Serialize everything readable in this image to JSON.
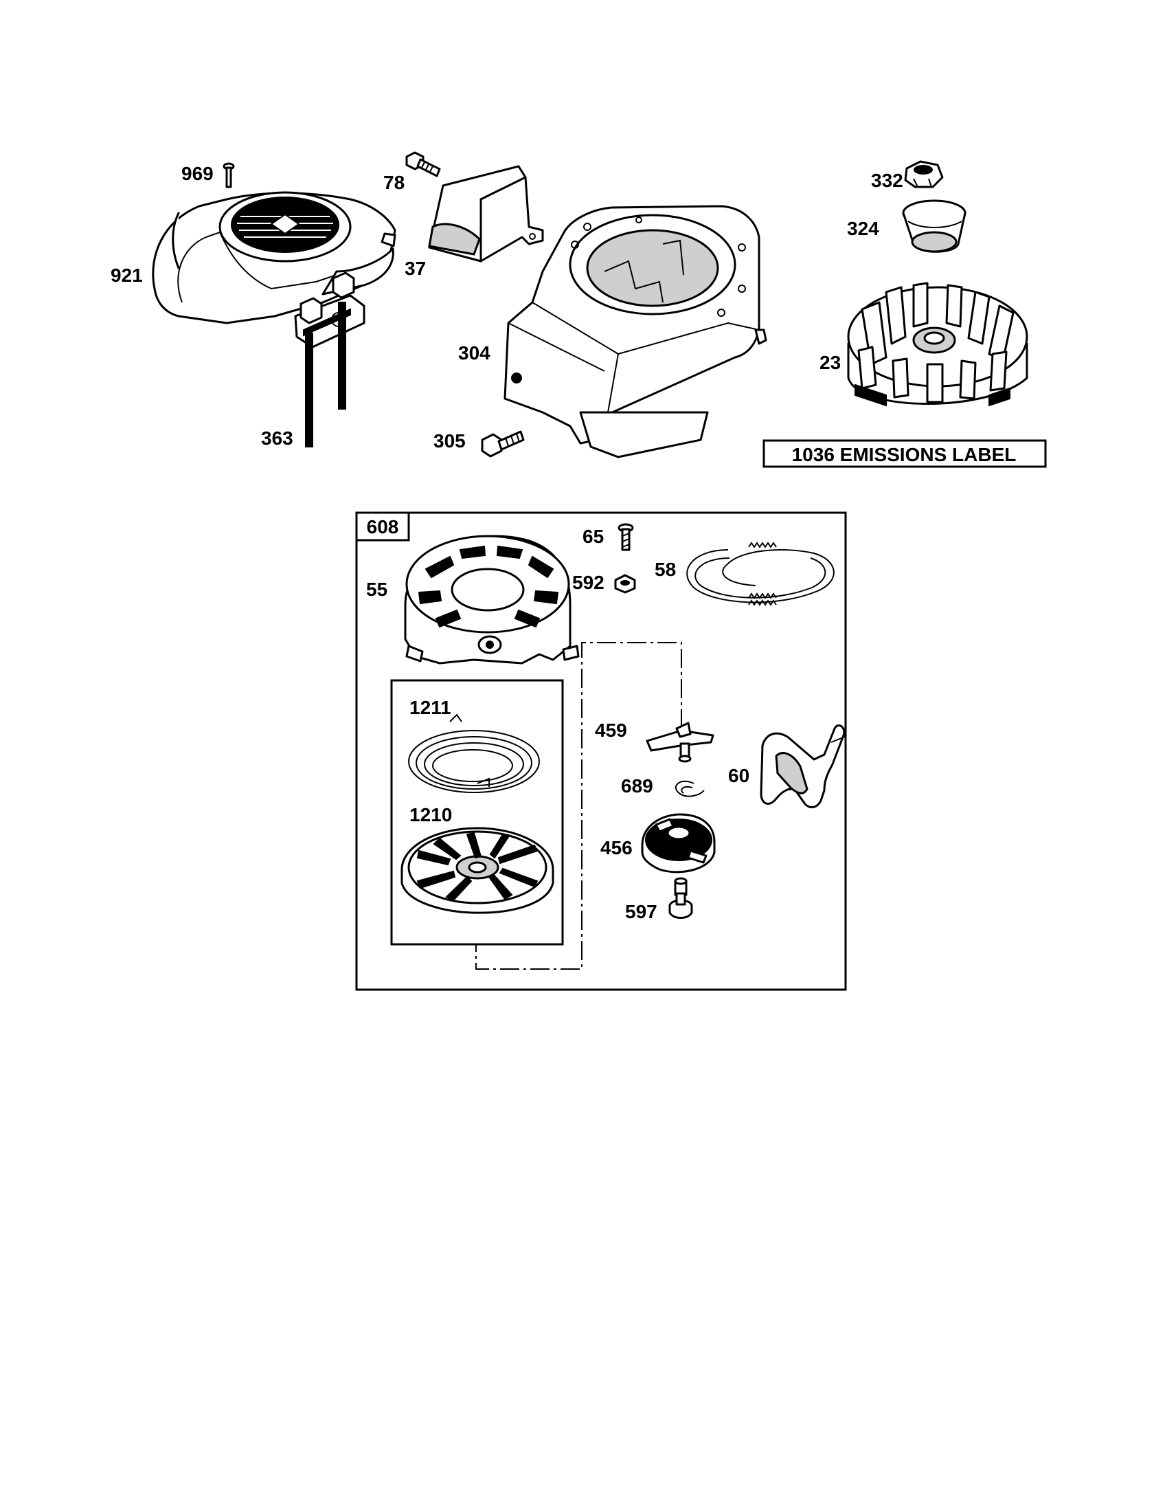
{
  "emissions_label": "1036 EMISSIONS LABEL",
  "kit_label": "608",
  "parts": {
    "p969": "969",
    "p921": "921",
    "p78": "78",
    "p37": "37",
    "p304": "304",
    "p363": "363",
    "p305": "305",
    "p332": "332",
    "p324": "324",
    "p23": "23",
    "p65": "65",
    "p58": "58",
    "p55": "55",
    "p592": "592",
    "p1211": "1211",
    "p1210": "1210",
    "p459": "459",
    "p689": "689",
    "p60": "60",
    "p456": "456",
    "p597": "597"
  }
}
